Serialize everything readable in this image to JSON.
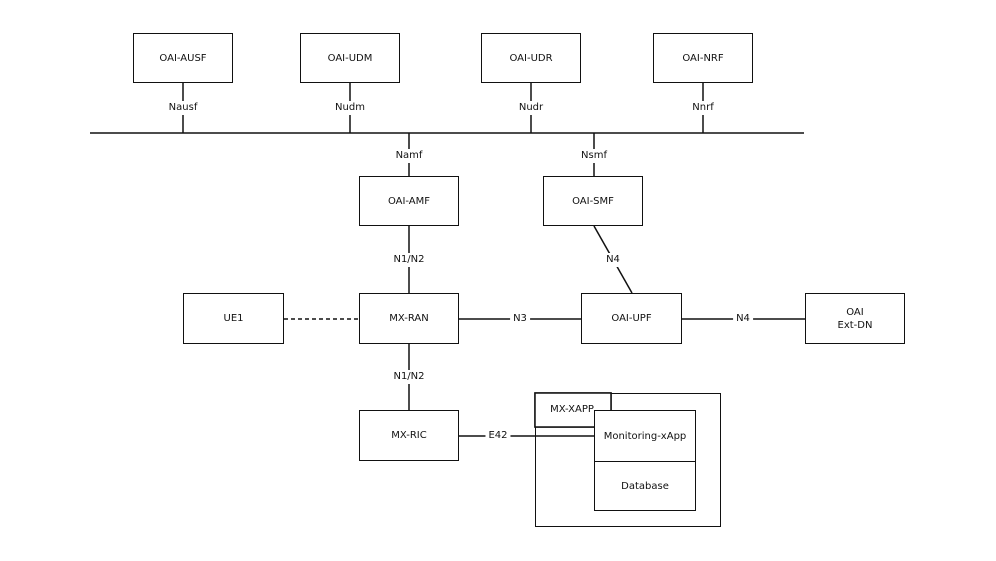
{
  "nodes": {
    "ausf": "OAI-AUSF",
    "udm": "OAI-UDM",
    "udr": "OAI-UDR",
    "nrf": "OAI-NRF",
    "amf": "OAI-AMF",
    "smf": "OAI-SMF",
    "ue1": "UE1",
    "ran": "MX-RAN",
    "upf": "OAI-UPF",
    "extdn": "OAI\nExt-DN",
    "ric": "MX-RIC",
    "xapp_group": "MX-XAPP",
    "monitoring": "Monitoring-xApp",
    "database": "Database"
  },
  "interfaces": {
    "nausf": "Nausf",
    "nudm": "Nudm",
    "nudr": "Nudr",
    "nnrf": "Nnrf",
    "namf": "Namf",
    "nsmf": "Nsmf",
    "amf_ran": "N1/N2",
    "smf_upf": "N4",
    "ran_upf": "N3",
    "upf_dn": "N4",
    "ran_ric": "N1/N2",
    "ric_xapp": "E42"
  }
}
